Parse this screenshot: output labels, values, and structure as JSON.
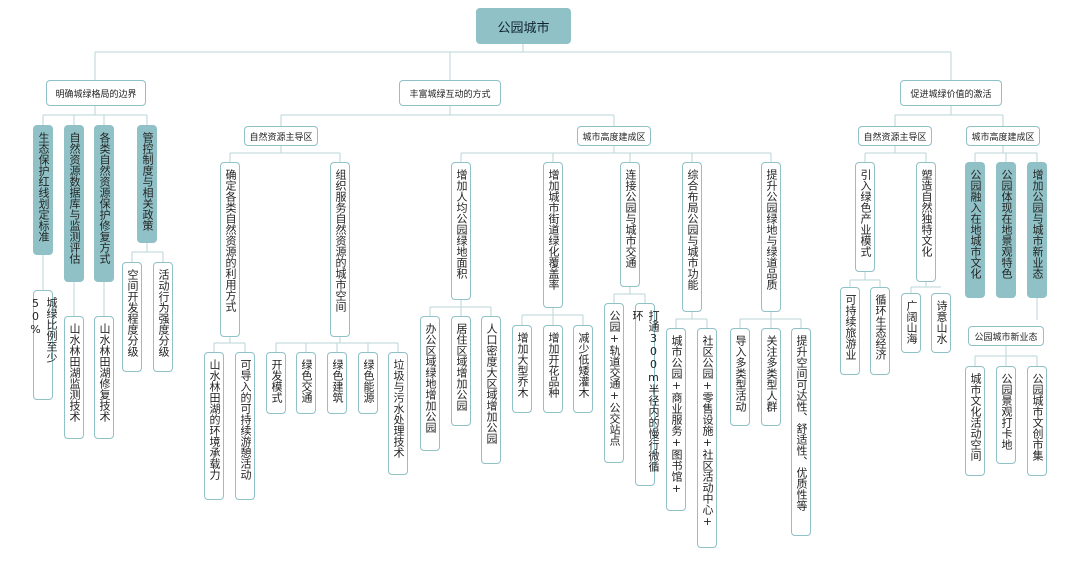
{
  "root": "公园城市",
  "l1": {
    "left": "明确城绿格局的边界",
    "mid": "丰富城绿互动的方式",
    "right": "促进城绿价值的激活"
  },
  "left_col": {
    "c1": "生态保护红线划定标准",
    "c1a": "城绿比例至少50%",
    "c2": "自然资源数据库与监测评估",
    "c2a": "山水林田湖监测技术",
    "c3": "各类自然资源保护修复方式",
    "c3a": "山水林田湖修复技术",
    "c4": "管控制度与相关政策",
    "c4a": "空间开发程度分级",
    "c4b": "活动行为强度分级"
  },
  "mid_col": {
    "nat": "自然资源主导区",
    "urb": "城市高度建成区",
    "n1": "确定各类自然资源的利用方式",
    "n1a": "山水林田湖的环境承载力",
    "n1b": "可导入的可持续游憩活动",
    "n2": "组织服务自然资源的城市空间",
    "n2a": "开发模式",
    "n2b": "绿色交通",
    "n2c": "绿色建筑",
    "n2d": "绿色能源",
    "n2e": "垃圾与污水处理技术",
    "u1": "增加人均公园绿地面积",
    "u1a": "办公区域绿地增加公园",
    "u1b": "居住区域增加公园",
    "u1c": "人口密度大区域增加公园",
    "u2": "增加城市街道绿化覆盖率",
    "u2a": "增加大型乔木",
    "u2b": "增加开花品种",
    "u2c": "减少低矮灌木",
    "u3": "连接公园与城市交通",
    "u3a": "公园+轨道交通+公交站点",
    "u3b": "打通300m半径内的慢行微循环",
    "u4": "综合布局公园与城市功能",
    "u4a": "城市公园+商业服务+图书馆+",
    "u4b": "社区公园+零售设施+社区活动中心+",
    "u5": "提升公园绿地与绿道品质",
    "u5a": "导入多类型活动",
    "u5b": "关注多类型人群",
    "u5c": "提升空间可达性、舒适性、优质性等"
  },
  "right_col": {
    "nat": "自然资源主导区",
    "urb": "城市高度建成区",
    "r1": "引入绿色产业模式",
    "r1a": "可持续旅游业",
    "r1b": "循环生态经济",
    "r2": "塑造自然独特文化",
    "r2a": "广阔山海",
    "r2b": "诗意山水",
    "r3": "公园融入在地城市文化",
    "r4": "公园体现在地景观特色",
    "r5": "增加公园与城市新业态",
    "r5h": "公园城市新业态",
    "r5a": "城市文化活动空间",
    "r5b": "公园景观打卡地",
    "r5c": "公园城市文创市集"
  },
  "colors": {
    "accent": "#8fc1c6",
    "line": "#b9d6d8",
    "border": "#8fc1c6"
  }
}
